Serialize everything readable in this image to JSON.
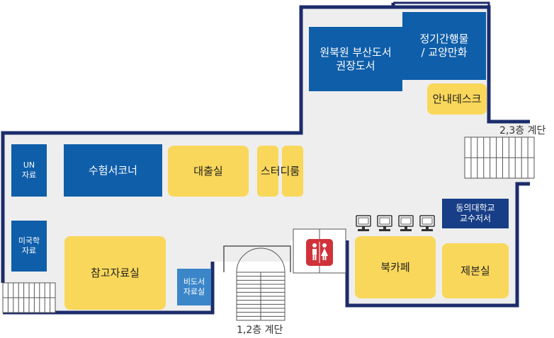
{
  "colors": {
    "wall": "#1c2c6b",
    "floor": "#eeeeee",
    "blue_room": "#0f5ea9",
    "dark_room": "#173e86",
    "light_room": "#3a86c9",
    "yellow_room": "#f9d75a",
    "highlight_ring": "#e11b22",
    "restroom": "#d0323a"
  },
  "rooms": {
    "periodicals": "정기간행물\n/ 교양만화",
    "wonbuk_collection": "원북원 부산도서\n권장도서",
    "info_desk": "안내데스크",
    "un_materials": "UN\n자료",
    "exam_corner": "수험서코너",
    "circulation": "대출실",
    "study_room": "스터디룸",
    "us_materials": "미국학\n자료",
    "reference_room": "참고자료실",
    "non_book_room": "비도서\n자료실",
    "book_cafe": "북카페",
    "binding_room": "제본실",
    "faculty_books": "동의대학교\n교수저서"
  },
  "stairs": {
    "upper": "2,3층 계단",
    "lower": "1,2층 계단"
  },
  "icons": {
    "restroom": "restroom-icon",
    "computer": "computer-icon"
  }
}
